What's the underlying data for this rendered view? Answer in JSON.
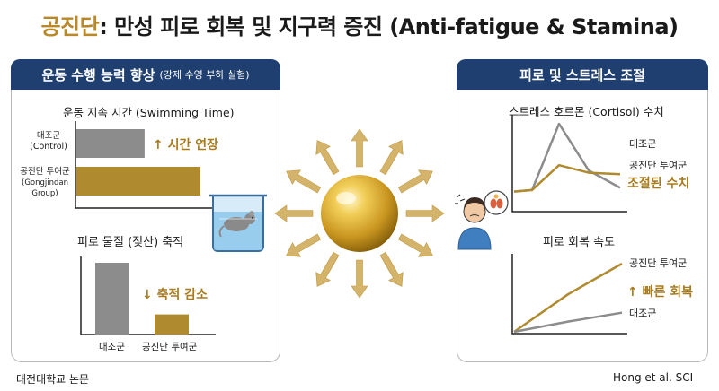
{
  "title": {
    "accent": "공진단",
    "rest": ": 만성 피로 회복 및 지구력 증진 (Anti-fatigue & Stamina)"
  },
  "left_panel": {
    "header": "운동 수행 능력 향상",
    "header_sub": "(강제 수영 부하 실험)",
    "swim_chart": {
      "title": "운동 지속 시간 (Swimming Time)",
      "control_label": "대조군",
      "control_label_en": "(Control)",
      "treat_label": "공진단 투여군",
      "treat_label_en": "(Gongjindan Group)",
      "annotation": "↑ 시간 연장"
    },
    "lactate_chart": {
      "title": "피로 물질 (젖산) 축적",
      "control_label": "대조군",
      "treat_label": "공진단 투여군",
      "annotation": "↓ 축적 감소"
    }
  },
  "right_panel": {
    "header": "피로 및 스트레스 조절",
    "cortisol_chart": {
      "title": "스트레스 호르몬 (Cortisol) 수치",
      "control_label": "대조군",
      "treat_label": "공진단 투여군",
      "annotation": "조절된 수치"
    },
    "recovery_chart": {
      "title": "피로 회복 속도",
      "treat_label": "공진단 투여군",
      "annotation": "↑ 빠른 회복",
      "control_label": "대조군"
    }
  },
  "footer": {
    "left": "대전대학교 논문",
    "right": "Hong et al. SCI"
  },
  "colors": {
    "gold": "#b08a2e",
    "gray": "#8c8c8c",
    "navy": "#1e3f6f"
  },
  "chart_data": [
    {
      "type": "bar",
      "title": "운동 지속 시간 (Swimming Time)",
      "orientation": "horizontal",
      "categories": [
        "대조군",
        "공진단 투여군"
      ],
      "values": [
        0.55,
        1.0
      ]
    },
    {
      "type": "bar",
      "title": "피로 물질 (젖산) 축적",
      "categories": [
        "대조군",
        "공진단 투여군"
      ],
      "values": [
        1.0,
        0.28
      ]
    },
    {
      "type": "line",
      "title": "스트레스 호르몬 (Cortisol) 수치",
      "x": [
        0,
        1,
        2,
        3,
        4
      ],
      "series": [
        {
          "name": "대조군",
          "values": [
            0.1,
            0.12,
            1.0,
            0.38,
            0.15
          ]
        },
        {
          "name": "공진단 투여군",
          "values": [
            0.1,
            0.12,
            0.45,
            0.35,
            0.33
          ]
        }
      ]
    },
    {
      "type": "line",
      "title": "피로 회복 속도",
      "x": [
        0,
        1,
        2
      ],
      "series": [
        {
          "name": "공진단 투여군",
          "values": [
            0.0,
            0.55,
            1.0
          ]
        },
        {
          "name": "대조군",
          "values": [
            0.0,
            0.15,
            0.28
          ]
        }
      ]
    }
  ]
}
